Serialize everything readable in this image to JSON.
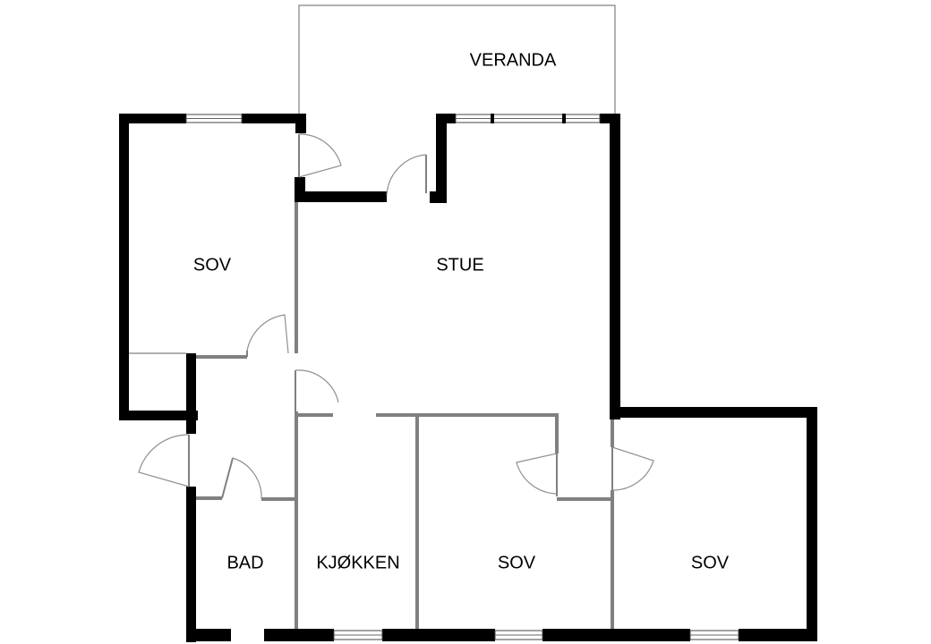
{
  "plan": {
    "rooms": [
      {
        "key": "veranda",
        "label": "VERANDA"
      },
      {
        "key": "bedroom_northwest",
        "label": "SOV"
      },
      {
        "key": "living_room",
        "label": "STUE"
      },
      {
        "key": "bathroom",
        "label": "BAD"
      },
      {
        "key": "kitchen",
        "label": "KJØKKEN"
      },
      {
        "key": "bedroom_south_middle",
        "label": "SOV"
      },
      {
        "key": "bedroom_south_east",
        "label": "SOV"
      }
    ],
    "colors": {
      "exterior_wall": "#000000",
      "interior_wall": "#808080",
      "background": "#ffffff"
    }
  }
}
